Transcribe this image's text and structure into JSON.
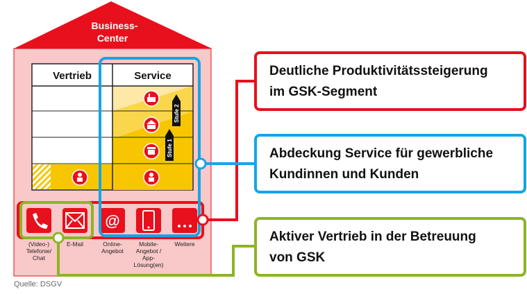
{
  "house": {
    "roof_title_line1": "Business-",
    "roof_title_line2": "Center",
    "col_sales": "Vertrieb",
    "col_service": "Service",
    "step1": "Stufe 1",
    "step2": "Stufe 2"
  },
  "channels": [
    {
      "label": "(Video-) Telefonie/ Chat",
      "icon": "phone-icon"
    },
    {
      "label": "E-Mail",
      "icon": "envelope-icon"
    },
    {
      "label": "Online-Angebot",
      "icon": "at-icon"
    },
    {
      "label": "Mobile-Angebot / App-Lösung(en)",
      "icon": "smartphone-icon"
    },
    {
      "label": "Weitere",
      "icon": "dots-icon"
    }
  ],
  "channel_labels": {
    "c1_l1": "(Video-)",
    "c1_l2": "Telefonie/",
    "c1_l3": "Chat",
    "c2_l1": "E-Mail",
    "c3_l1": "Online-",
    "c3_l2": "Angebot",
    "c4_l1": "Mobile-",
    "c4_l2": "Angebot /",
    "c4_l3": "App-",
    "c4_l4": "Lösung(en)",
    "c5_l1": "Weitere"
  },
  "callouts": {
    "red_l1": "Deutliche Produktivitätssteigerung",
    "red_l2": "im GSK-Segment",
    "blue_l1": "Abdeckung Service für gewerbliche",
    "blue_l2": "Kundinnen und Kunden",
    "green_l1": "Aktiver Vertrieb in der Betreuung",
    "green_l2": "von GSK"
  },
  "source": "Quelle: DSGV",
  "colors": {
    "red": "#e8101c",
    "blue": "#14a5e6",
    "green": "#8cb525",
    "house_fill": "#f9c8c8",
    "yellow": "#f7c600",
    "light_yellow": "#fde8a8"
  }
}
